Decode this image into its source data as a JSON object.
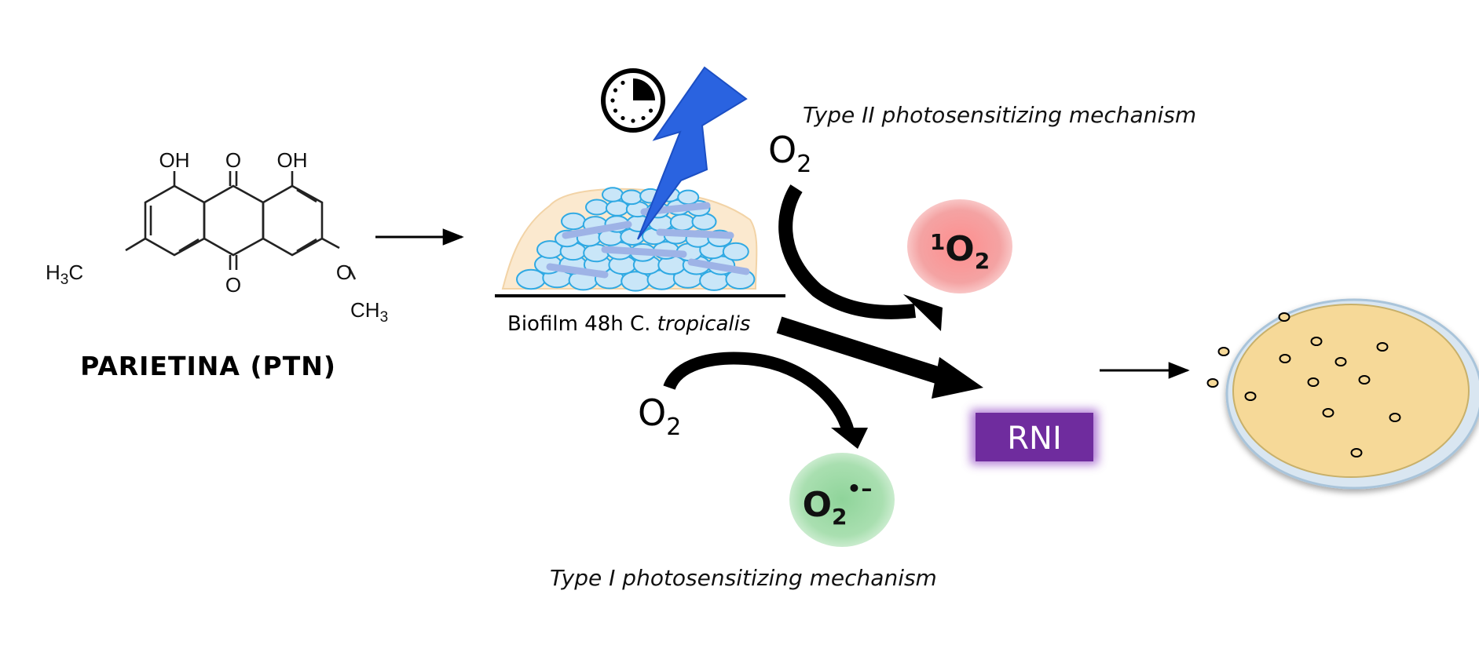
{
  "molecule": {
    "name": "PARIETINA (PTN)",
    "labels": {
      "oh_left": "OH",
      "oh_right": "OH",
      "carbonyl_top": "O",
      "carbonyl_bottom": "O",
      "methyl_prefix": "H",
      "methyl_sub": "3",
      "methyl_suffix": "C",
      "ether_o": "O",
      "methoxy_prefix": "CH",
      "methoxy_sub": "3"
    }
  },
  "biofilm": {
    "label_main": "Biofilm 48h C. ",
    "label_italic": "tropicalis"
  },
  "mechanisms": {
    "type2": "Type II photosensitizing mechanism",
    "type1": "Type I photosensitizing  mechanism"
  },
  "oxygen": {
    "symbol": "O",
    "sub": "2"
  },
  "species": {
    "singlet_sup": "1",
    "singlet_main": "O",
    "singlet_sub": "2",
    "superoxide_main": "O",
    "superoxide_sub": "2",
    "superoxide_sup": "•–",
    "rni": "RNI"
  },
  "colors": {
    "lightning": "#2a63e0",
    "singlet_bubble": "#f29090",
    "superoxide_bubble": "#90d69a",
    "rni_box": "#6f2c9e",
    "petri_fill": "#f6d998",
    "petri_rim": "#a9c4da",
    "biofilm_cell": "#c9e6f8",
    "biofilm_outline": "#2fa9e3"
  }
}
